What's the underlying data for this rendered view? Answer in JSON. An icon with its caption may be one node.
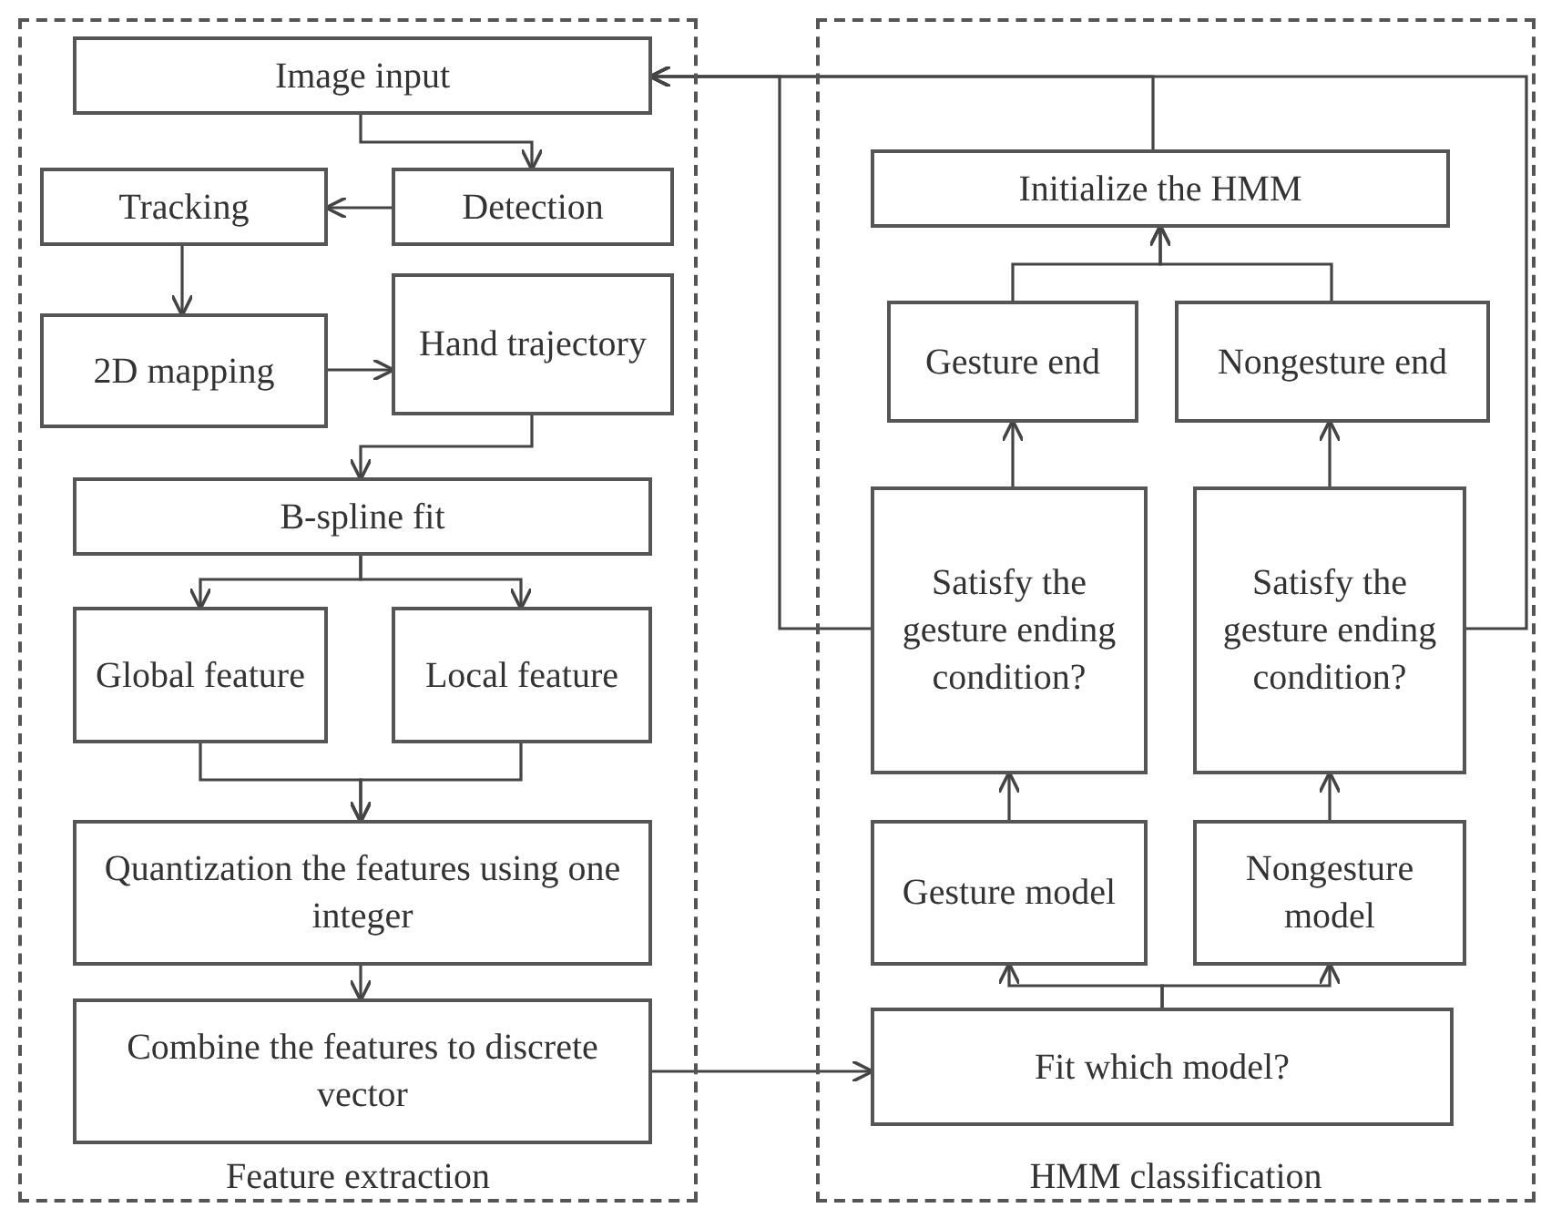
{
  "diagram": {
    "nodes": [
      {
        "text": [
          "Feature extraction"
        ]
      },
      {
        "text": [
          "Image input"
        ],
        "in": 0
      },
      {
        "text": [
          "Detection"
        ],
        "in": 0
      },
      {
        "text": [
          "Tracking"
        ],
        "in": 0
      },
      {
        "text": [
          "2D mapping"
        ],
        "in": 0
      },
      {
        "text": [
          "Hand trajectory"
        ],
        "in": 0
      },
      {
        "text": [
          "B-spline fit"
        ],
        "in": 0
      },
      {
        "text": [
          "Global feature"
        ],
        "in": 0
      },
      {
        "text": [
          "Local feature"
        ],
        "in": 0
      },
      {
        "text": [
          "Quantization the features using one integer"
        ],
        "in": 0
      },
      {
        "text": [
          "Combine the features to discrete vector"
        ],
        "in": 0
      },
      {
        "text": [
          "HMM classification"
        ]
      },
      {
        "text": [
          "Initialize the HMM"
        ],
        "in": 11
      },
      {
        "text": [
          "Gesture end"
        ],
        "in": 11
      },
      {
        "text": [
          "Nongesture end"
        ],
        "in": 11
      },
      {
        "text": [
          "Satisfy the gesture ending condition?"
        ],
        "in": 11
      },
      {
        "text": [
          "Satisfy the gesture ending condition?"
        ],
        "in": 11
      },
      {
        "text": [
          "Gesture model"
        ],
        "in": 11
      },
      {
        "text": [
          "Nongesture model"
        ],
        "in": 11
      },
      {
        "text": [
          "Fit which model?"
        ],
        "in": 11
      }
    ],
    "edges": [
      {
        "from": 1,
        "to": 2,
        "arrow": "to"
      },
      {
        "from": 2,
        "to": 3,
        "arrow": "to"
      },
      {
        "from": 3,
        "to": 4,
        "arrow": "to"
      },
      {
        "from": 4,
        "to": 5,
        "arrow": "to"
      },
      {
        "from": 5,
        "to": 6,
        "arrow": "to"
      },
      {
        "from": 6,
        "to": 7,
        "arrow": "to"
      },
      {
        "from": 6,
        "to": 8,
        "arrow": "to"
      },
      {
        "from": 7,
        "to": 9,
        "arrow": "to"
      },
      {
        "from": 8,
        "to": 9,
        "arrow": "to"
      },
      {
        "from": 9,
        "to": 10,
        "arrow": "to"
      },
      {
        "from": 10,
        "to": 19,
        "arrow": "to"
      },
      {
        "from": 19,
        "to": 17,
        "arrow": "to"
      },
      {
        "from": 19,
        "to": 18,
        "arrow": "to"
      },
      {
        "from": 17,
        "to": 15,
        "arrow": "to"
      },
      {
        "from": 18,
        "to": 16,
        "arrow": "to"
      },
      {
        "from": 15,
        "to": 13,
        "arrow": "to"
      },
      {
        "from": 16,
        "to": 14,
        "arrow": "to"
      },
      {
        "from": 13,
        "to": 12,
        "arrow": "to"
      },
      {
        "from": 14,
        "to": 12,
        "arrow": "to"
      },
      {
        "from": 12,
        "to": 1,
        "arrow": "to"
      },
      {
        "from": 15,
        "to": 1,
        "arrow": "to"
      },
      {
        "from": 16,
        "to": 1,
        "arrow": "to"
      }
    ]
  }
}
